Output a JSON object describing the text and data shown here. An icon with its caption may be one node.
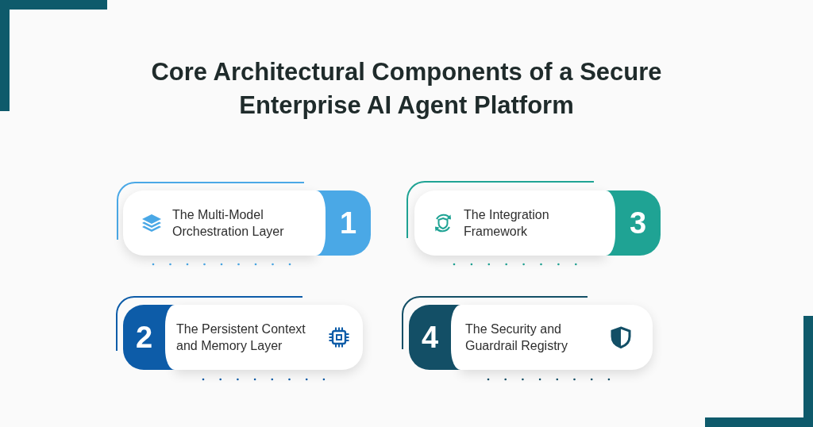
{
  "diagram": {
    "title": "Core Architectural Components of a Secure Enterprise AI Agent Platform",
    "nodes": [
      {
        "text": [
          "The Multi-Model Orchestration Layer"
        ]
      },
      {
        "text": [
          "1"
        ]
      },
      {
        "text": [
          "The Integration Framework"
        ]
      },
      {
        "text": [
          "3"
        ]
      },
      {
        "text": [
          "2"
        ]
      },
      {
        "text": [
          "The Persistent Context and Memory Layer"
        ]
      },
      {
        "text": [
          "4"
        ]
      },
      {
        "text": [
          "The Security and Guardrail Registry"
        ]
      }
    ]
  }
}
